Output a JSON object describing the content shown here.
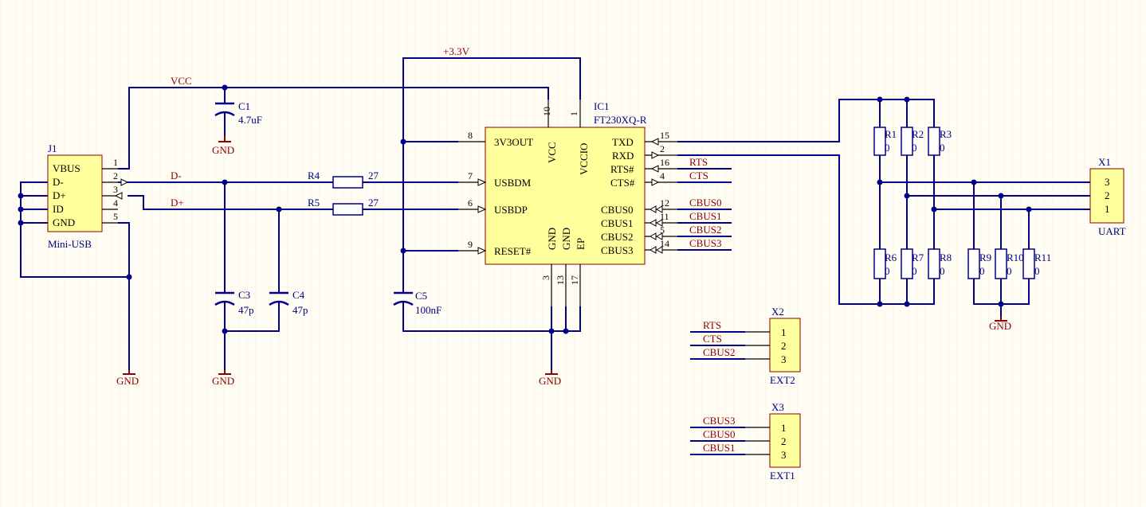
{
  "nets": {
    "vcc": "VCC",
    "v33": "+3.3V",
    "dminus": "D-",
    "dplus": "D+",
    "rts": "RTS",
    "cts": "CTS",
    "cbus0": "CBUS0",
    "cbus1": "CBUS1",
    "cbus2": "CBUS2",
    "cbus3": "CBUS3",
    "gnd": "GND"
  },
  "j1": {
    "designator": "J1",
    "comment": "Mini-USB",
    "pins": [
      {
        "name": "VBUS",
        "num": "1"
      },
      {
        "name": "D-",
        "num": "2"
      },
      {
        "name": "D+",
        "num": "3"
      },
      {
        "name": "ID",
        "num": "4"
      },
      {
        "name": "GND",
        "num": "5"
      }
    ]
  },
  "ic1": {
    "designator": "IC1",
    "comment": "FT230XQ-R",
    "left_pins": [
      {
        "name": "3V3OUT",
        "num": "8"
      },
      {
        "name": "USBDM",
        "num": "7"
      },
      {
        "name": "USBDP",
        "num": "6"
      },
      {
        "name": "RESET#",
        "num": "9"
      }
    ],
    "top_pins": [
      {
        "name": "VCC",
        "num": "10"
      },
      {
        "name": "VCCIO",
        "num": "1"
      }
    ],
    "bottom_pins": [
      {
        "name": "GND",
        "num": "3"
      },
      {
        "name": "GND",
        "num": "13"
      },
      {
        "name": "EP",
        "num": "17"
      }
    ],
    "right_pins": [
      {
        "name": "TXD",
        "num": "15"
      },
      {
        "name": "RXD",
        "num": "2"
      },
      {
        "name": "RTS#",
        "num": "16"
      },
      {
        "name": "CTS#",
        "num": "4"
      },
      {
        "name": "CBUS0",
        "num": "12"
      },
      {
        "name": "CBUS1",
        "num": "11"
      },
      {
        "name": "CBUS2",
        "num": "5"
      },
      {
        "name": "CBUS3",
        "num": "14"
      }
    ]
  },
  "capacitors": [
    {
      "designator": "C1",
      "value": "4.7uF"
    },
    {
      "designator": "C3",
      "value": "47p"
    },
    {
      "designator": "C4",
      "value": "47p"
    },
    {
      "designator": "C5",
      "value": "100nF"
    }
  ],
  "series_resistors": [
    {
      "designator": "R4",
      "value": "27"
    },
    {
      "designator": "R5",
      "value": "27"
    }
  ],
  "pull_resistors": [
    {
      "designator": "R1",
      "value": "0"
    },
    {
      "designator": "R2",
      "value": "0"
    },
    {
      "designator": "R3",
      "value": "0"
    },
    {
      "designator": "R6",
      "value": "0"
    },
    {
      "designator": "R7",
      "value": "0"
    },
    {
      "designator": "R8",
      "value": "0"
    },
    {
      "designator": "R9",
      "value": "0"
    },
    {
      "designator": "R10",
      "value": "0"
    },
    {
      "designator": "R11",
      "value": "0"
    }
  ],
  "x1": {
    "designator": "X1",
    "comment": "UART",
    "pins": [
      "3",
      "2",
      "1"
    ]
  },
  "x2": {
    "designator": "X2",
    "comment": "EXT2",
    "pins": [
      "1",
      "2",
      "3"
    ],
    "nets": [
      "RTS",
      "CTS",
      "CBUS2"
    ]
  },
  "x3": {
    "designator": "X3",
    "comment": "EXT1",
    "pins": [
      "1",
      "2",
      "3"
    ],
    "nets": [
      "CBUS3",
      "CBUS0",
      "CBUS1"
    ]
  }
}
